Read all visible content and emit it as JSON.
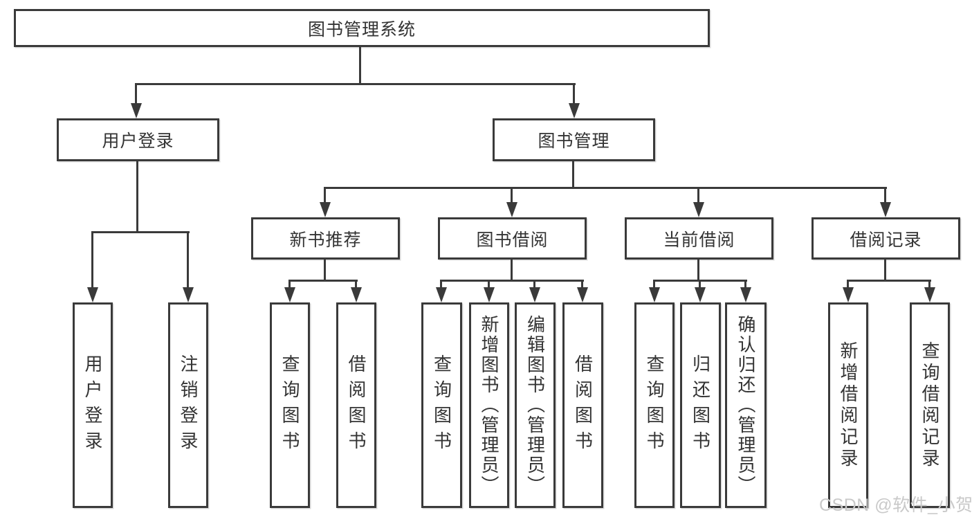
{
  "diagram": {
    "root": {
      "label": "图书管理系统"
    },
    "branches": {
      "user_login": {
        "label": "用户登录",
        "children": {
          "login": {
            "label": "用户登录"
          },
          "logout": {
            "label": "注销登录"
          }
        }
      },
      "book_management": {
        "label": "图书管理",
        "children": {
          "new_book_recommend": {
            "label": "新书推荐",
            "children": {
              "query_books": {
                "label": "查询图书"
              },
              "borrow_books": {
                "label": "借阅图书"
              }
            }
          },
          "book_borrowing": {
            "label": "图书借阅",
            "children": {
              "query_books": {
                "label": "查询图书"
              },
              "add_books": {
                "label": "新增图书（管理员）"
              },
              "edit_books": {
                "label": "编辑图书（管理员）"
              },
              "borrow_books": {
                "label": "借阅图书"
              }
            }
          },
          "current_borrowing": {
            "label": "当前借阅",
            "children": {
              "query_books": {
                "label": "查询图书"
              },
              "return_books": {
                "label": "归还图书"
              },
              "confirm_return": {
                "label": "确认归还（管理员）"
              }
            }
          },
          "borrowing_records": {
            "label": "借阅记录",
            "children": {
              "add_record": {
                "label": "新增借阅记录"
              },
              "query_record": {
                "label": "查询借阅记录"
              }
            }
          }
        }
      }
    },
    "watermark": {
      "text": "CSDN @软件_小贺同学",
      "color": "#c9c9c9"
    },
    "colors": {
      "line": "#3a3a3a",
      "text": "#333333",
      "background": "#ffffff"
    }
  }
}
